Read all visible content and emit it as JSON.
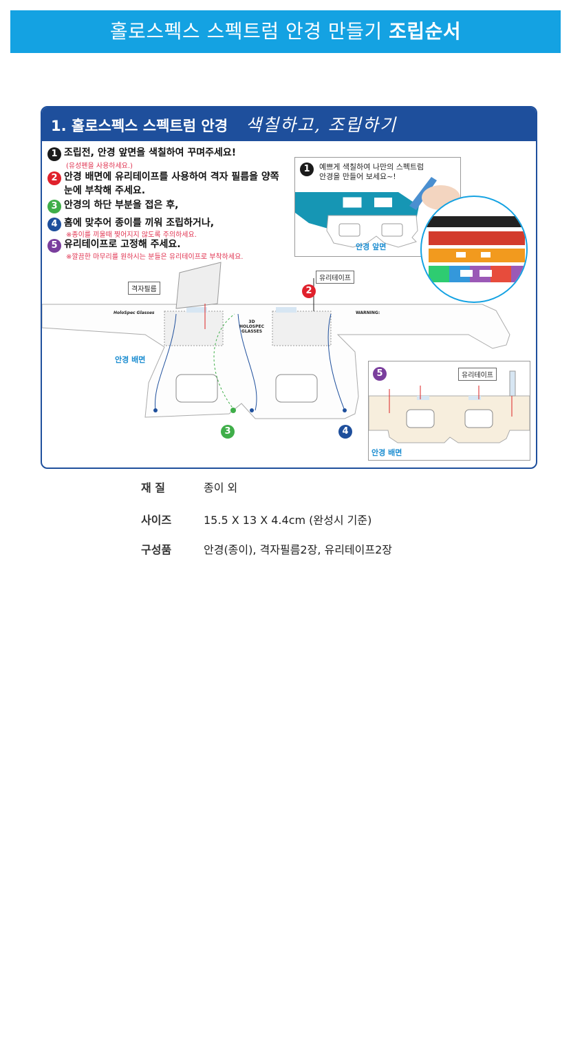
{
  "banner": {
    "title": "홀로스펙스 스펙트럼 안경 만들기",
    "title_bold": "조립순서"
  },
  "card": {
    "heading": "1. 홀로스펙스 스펙트럼 안경",
    "heading_script": "색칠하고, 조립하기",
    "steps": [
      {
        "num": "1",
        "color": "#1a1a1a",
        "text": "조립전, 안경 앞면을 색칠하여 꾸며주세요!",
        "note": "(유성펜을 사용하세요.)"
      },
      {
        "num": "2",
        "color": "#e0212c",
        "text": "안경 배면에 유리테이프를 사용하여 격자 필름을 양쪽",
        "text2": "눈에 부착해 주세요.",
        "note": ""
      },
      {
        "num": "3",
        "color": "#3fae49",
        "text": "안경의 하단 부분을 접은 후,",
        "note": ""
      },
      {
        "num": "4",
        "color": "#1e4f9c",
        "text": "홈에 맞추어 종이를 끼워 조립하거나,",
        "note": "※종이를 끼울때 찢어지지 않도록 주의하세요."
      },
      {
        "num": "5",
        "color": "#7a3e9d",
        "text": "유리테이프로 고정해 주세요.",
        "note": "※깔끔한 마무리를 원하시는 분들은 유리테이프로 부착하세요."
      }
    ],
    "inset1": {
      "num": "1",
      "line1": "예쁘게 색칠하여 나만의 스펙트럼",
      "line2": "안경을 만들어 보세요~!",
      "front_label": "안경 앞면"
    },
    "labels": {
      "film": "격자필름",
      "tape": "유리테이프",
      "tape2": "유리테이프",
      "back": "안경 배면",
      "back2": "안경 배면",
      "n2": "2",
      "n3": "3",
      "n4": "4",
      "n5": "5",
      "brand": "HoloSpec Glasses",
      "center": "3D HOLOSPEC GLASSES",
      "warning": "WARNING:"
    }
  },
  "specs": [
    {
      "key": "재    질",
      "value": "종이 외"
    },
    {
      "key": "사이즈",
      "value": "15.5 X 13 X 4.4cm (완성시 기준)"
    },
    {
      "key": "구성품",
      "value": "안경(종이), 격자필름2장, 유리테이프2장"
    }
  ],
  "colors": {
    "banner": "#14a2e2",
    "card_border": "#1e4f9c",
    "note_red": "#e0314f",
    "label_blue": "#1a8cd0"
  }
}
